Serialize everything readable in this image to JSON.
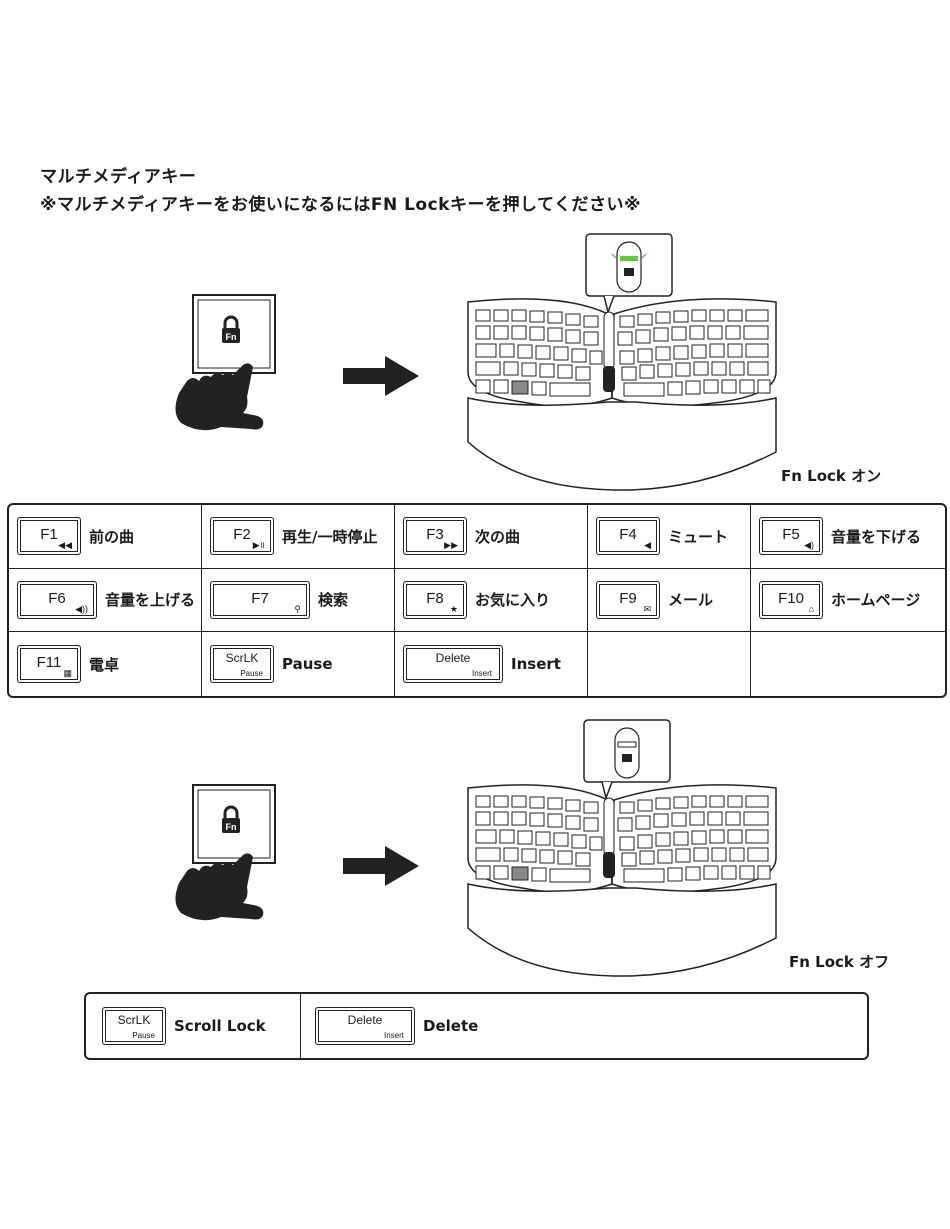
{
  "heading": {
    "title": "マルチメディアキー",
    "note": "※マルチメディアキーをお使いになるにはFN Lockキーを押してください※"
  },
  "fn_key_label": "Fn",
  "state_on": {
    "label": "Fn Lock オン",
    "led_color": "#5ccc3a"
  },
  "state_off": {
    "label": "Fn Lock オフ"
  },
  "table_on": [
    {
      "key": "F1",
      "icon": "previous-track-icon",
      "glyph": "◀◀",
      "label": "前の曲"
    },
    {
      "key": "F2",
      "icon": "play-pause-icon",
      "glyph": "▶॥",
      "label": "再生/一時停止"
    },
    {
      "key": "F3",
      "icon": "next-track-icon",
      "glyph": "▶▶",
      "label": "次の曲"
    },
    {
      "key": "F4",
      "icon": "mute-icon",
      "glyph": "◀",
      "label": "ミュート"
    },
    {
      "key": "F5",
      "icon": "volume-down-icon",
      "glyph": "◀)",
      "label": "音量を下げる"
    },
    {
      "key": "F6",
      "icon": "volume-up-icon",
      "glyph": "◀))",
      "label": "音量を上げる"
    },
    {
      "key": "F7",
      "icon": "search-icon",
      "glyph": "⚲",
      "label": "検索"
    },
    {
      "key": "F8",
      "icon": "star-icon",
      "glyph": "★",
      "label": "お気に入り"
    },
    {
      "key": "F9",
      "icon": "mail-icon",
      "glyph": "✉",
      "label": "メール"
    },
    {
      "key": "F10",
      "icon": "home-icon",
      "glyph": "⌂",
      "label": "ホームページ"
    },
    {
      "key": "F11",
      "icon": "calculator-icon",
      "glyph": "▦",
      "label": "電卓"
    },
    {
      "key": "ScrLK",
      "sub": "Pause",
      "label": "Pause"
    },
    {
      "key": "Delete",
      "sub": "Insert",
      "label": "Insert"
    }
  ],
  "table_off": [
    {
      "key": "ScrLK",
      "sub": "Pause",
      "label": "Scroll Lock"
    },
    {
      "key": "Delete",
      "sub": "Insert",
      "label": "Delete"
    }
  ]
}
